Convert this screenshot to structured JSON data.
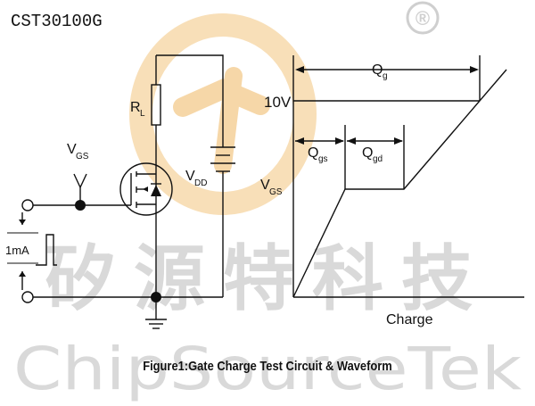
{
  "header": {
    "part_number": "CST30100G"
  },
  "circuit": {
    "rl_label": "R",
    "rl_sub": "L",
    "vgs_label": "V",
    "vgs_sub": "GS",
    "vdd_label": "V",
    "vdd_sub": "DD",
    "current_label": "1mA"
  },
  "waveform": {
    "voltage_label": "10V",
    "qg_label": "Q",
    "qg_sub": "g",
    "qgs_label": "Q",
    "qgs_sub": "gs",
    "qgd_label": "Q",
    "qgd_sub": "gd",
    "vgs_axis_label": "V",
    "vgs_axis_sub": "GS",
    "x_axis_label": "Charge"
  },
  "figure": {
    "caption": "Figure1:Gate Charge Test Circuit & Waveform"
  },
  "watermark": {
    "registered_mark": "®",
    "chinese_text": "矽源特科技",
    "english_text": "ChipSourceTek"
  }
}
